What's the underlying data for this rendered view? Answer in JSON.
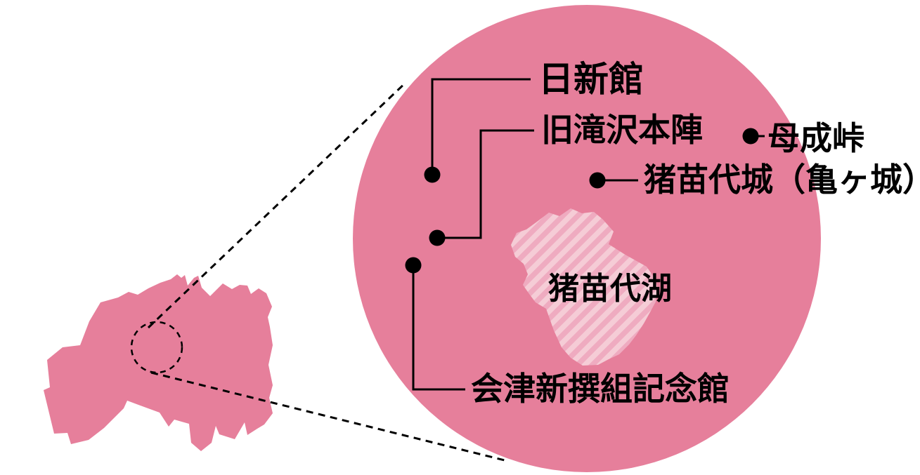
{
  "colors": {
    "map-pink": "#e67f9b",
    "lake-stripe-light": "#f5ccd6",
    "lake-stripe-dark": "#efabc0",
    "ink": "#000000"
  },
  "landmarks": [
    {
      "id": "nisshinkan",
      "label": "日新館"
    },
    {
      "id": "kyu-takizawa-honjin",
      "label": "旧滝沢本陣"
    },
    {
      "id": "bonari-toge",
      "label": "母成峠"
    },
    {
      "id": "inawashiro-castle",
      "label": "猪苗代城（亀ヶ城）"
    },
    {
      "id": "aizu-shinsengumi-kinenkan",
      "label": "会津新撰組記念館"
    }
  ],
  "lake": {
    "label": "猪苗代湖"
  }
}
